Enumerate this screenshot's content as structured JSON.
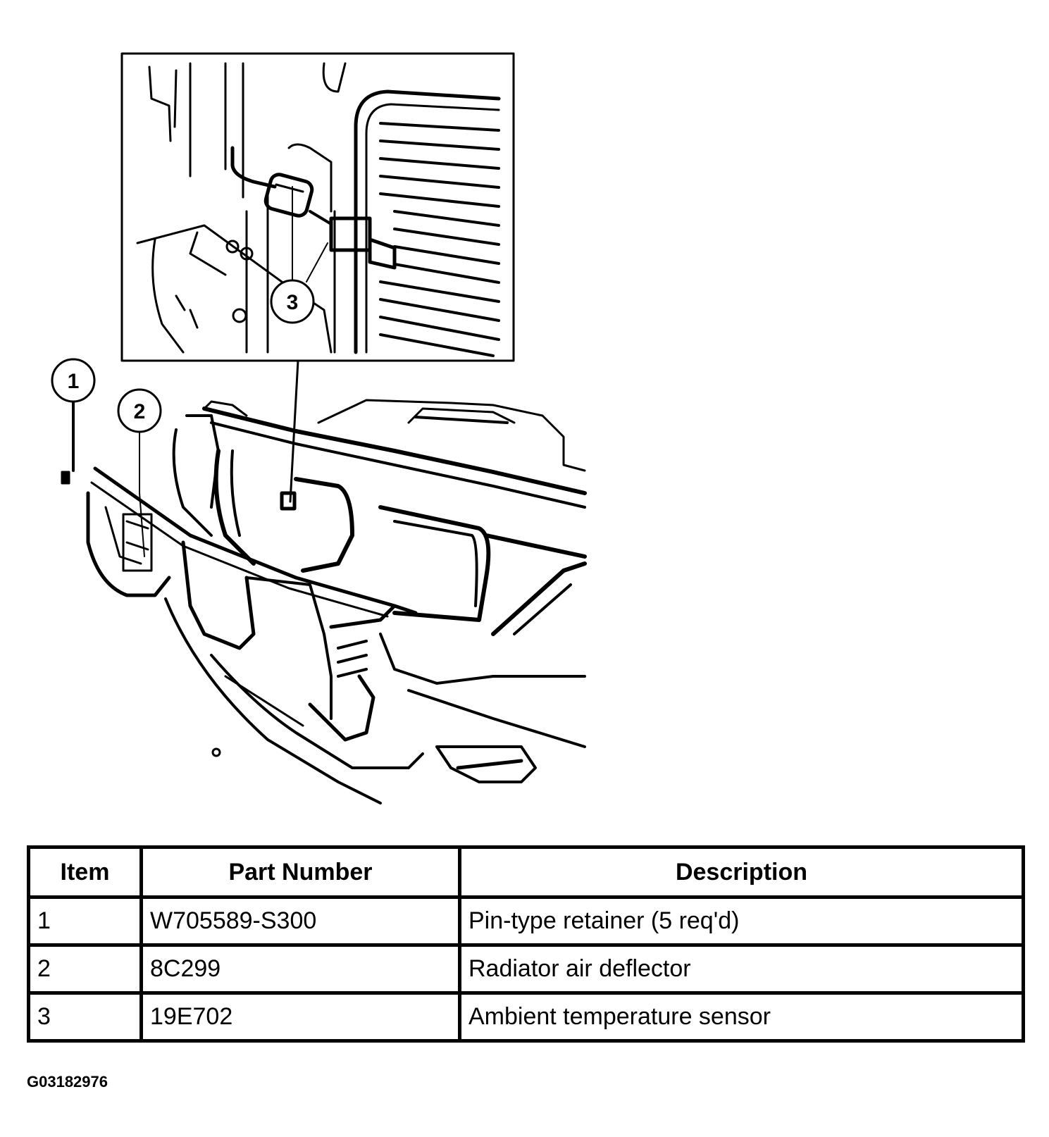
{
  "callouts": [
    "1",
    "2",
    "3"
  ],
  "table": {
    "headers": [
      "Item",
      "Part Number",
      "Description"
    ],
    "rows": [
      {
        "item": "1",
        "part_number": "W705589-S300",
        "description": "Pin-type retainer (5 req'd)"
      },
      {
        "item": "2",
        "part_number": "8C299",
        "description": "Radiator air deflector"
      },
      {
        "item": "3",
        "part_number": "19E702",
        "description": "Ambient temperature sensor"
      }
    ]
  },
  "figure_id": "G03182976"
}
